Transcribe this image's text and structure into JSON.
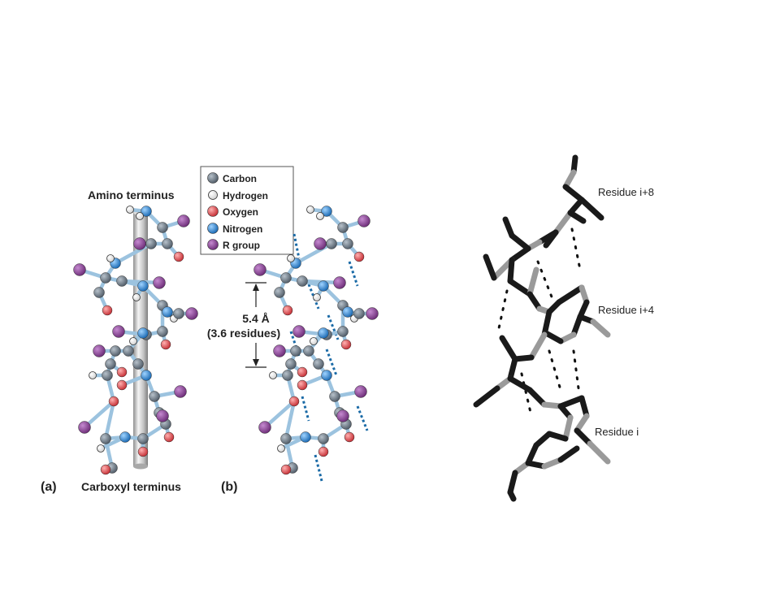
{
  "legend": {
    "items": [
      {
        "label": "Carbon",
        "color": "#6e7a86"
      },
      {
        "label": "Hydrogen",
        "color": "#ffffff"
      },
      {
        "label": "Oxygen",
        "color": "#e0484c"
      },
      {
        "label": "Nitrogen",
        "color": "#2f8fd6"
      },
      {
        "label": "R group",
        "color": "#8a3f93"
      }
    ]
  },
  "labels": {
    "amino_terminus": "Amino terminus",
    "carboxyl_terminus": "Carboxyl terminus",
    "panel_a": "(a)",
    "panel_b": "(b)",
    "pitch": "5.4 Å",
    "pitch_residues": "(3.6 residues)"
  },
  "residues": {
    "i8": "Residue i+8",
    "i4": "Residue i+4",
    "i": "Residue i"
  },
  "colors": {
    "bond": "#9cc3df",
    "axis_rod": "#c8c8c8",
    "hbond_dash": "#1a6aa6",
    "backbone": "#1a1a1a",
    "backbone_light": "#9a9a9a"
  }
}
